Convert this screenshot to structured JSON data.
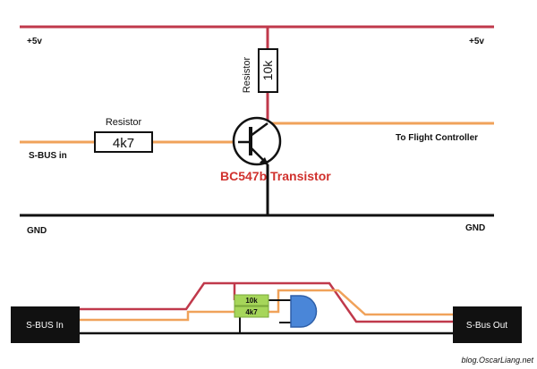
{
  "schematic": {
    "supply_left": "+5v",
    "supply_right": "+5v",
    "ground_left": "GND",
    "ground_right": "GND",
    "input_label": "S-BUS in",
    "output_label": "To Flight Controller",
    "resistor_top_caption": "Resistor",
    "resistor_top_value": "10k",
    "resistor_left_caption": "Resistor",
    "resistor_left_value": "4k7",
    "transistor_label": "BC547b Transistor"
  },
  "breadboard": {
    "input_box": "S-BUS In",
    "output_box": "S-Bus Out",
    "resistor_a": "10k",
    "resistor_b": "4k7"
  },
  "watermark": "blog.OscarLiang.net",
  "colors": {
    "power": "#c0394b",
    "signal": "#f0a25a",
    "ground": "#111111",
    "transistor_text": "#d0312d",
    "resistor_body": "#a6d65a",
    "transistor_body": "#4a86d8"
  }
}
